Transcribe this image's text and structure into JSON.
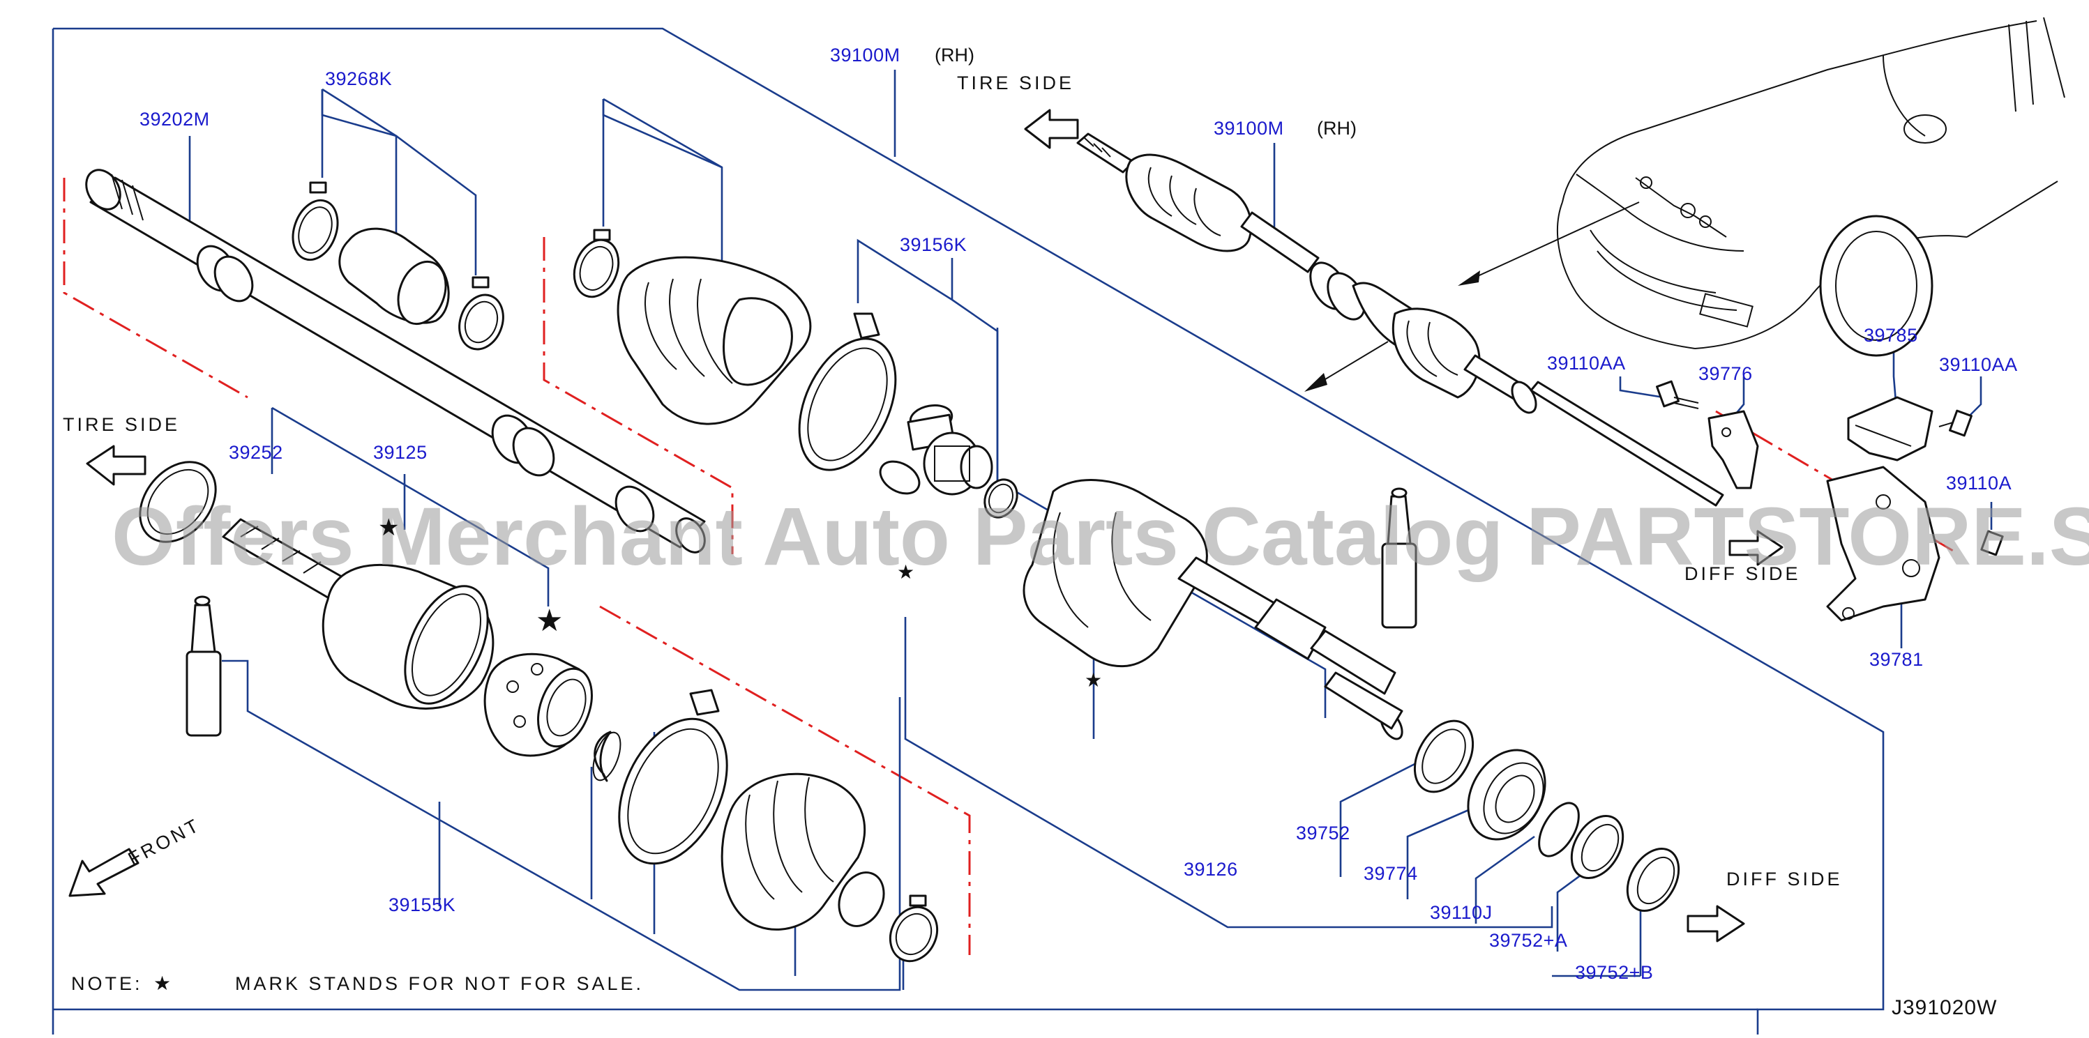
{
  "diagram": {
    "code": "J391020W",
    "note_prefix": "NOTE:",
    "note_text": "MARK STANDS FOR NOT FOR SALE.",
    "star_symbol": "★",
    "watermark": "Offers Merchant Auto Parts Catalog PARTSTORE.SA",
    "directions": {
      "tire_side_top": "TIRE SIDE",
      "tire_side_left": "TIRE SIDE",
      "diff_side_right": "DIFF SIDE",
      "diff_side_bottom": "DIFF SIDE",
      "front": "FRONT"
    },
    "part_numbers": {
      "p39100M_main": "39100M",
      "p39100M_main_side": "(RH)",
      "p39100M_inset": "39100M",
      "p39100M_inset_side": "(RH)",
      "p39202M": "39202M",
      "p39268K": "39268K",
      "p39156K": "39156K",
      "p39252": "39252",
      "p39125": "39125",
      "p39155K": "39155K",
      "p39126": "39126",
      "p39752": "39752",
      "p39774": "39774",
      "p39110J": "39110J",
      "p39752A": "39752+A",
      "p39752B": "39752+B",
      "p39110AA_left": "39110AA",
      "p39776": "39776",
      "p39785": "39785",
      "p39110AA_right": "39110AA",
      "p39110A": "39110A",
      "p39781": "39781"
    }
  }
}
